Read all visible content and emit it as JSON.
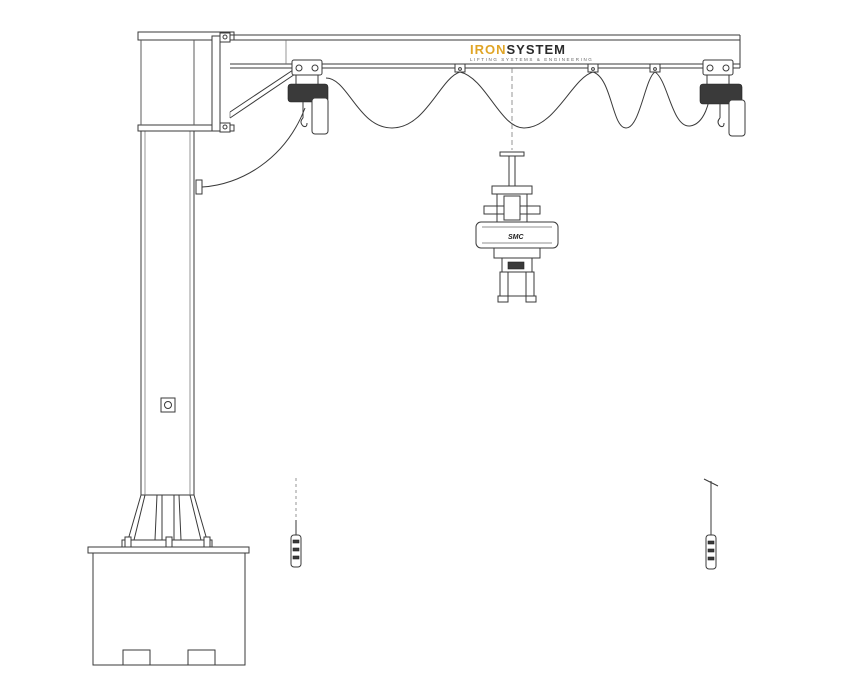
{
  "logo": {
    "part_iron": "IR",
    "part_o": "O",
    "part_n": "N",
    "part_system": "SYSTEM",
    "tagline": "LIFTING SYSTEMS & ENGINEERING",
    "color_gold": "#e0a526",
    "color_dark": "#2b2b2b"
  },
  "manipulator": {
    "brand": "SMC"
  }
}
